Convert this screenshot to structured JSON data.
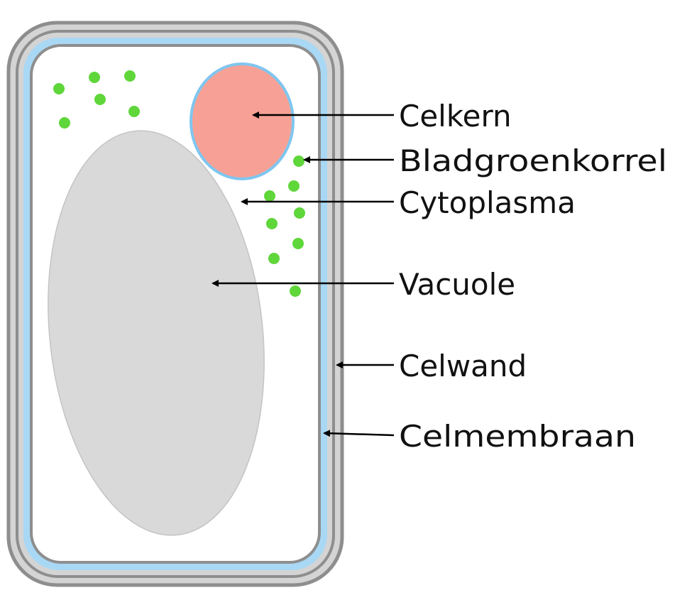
{
  "labels": {
    "celkern": "Celkern",
    "bladgroenkorrel": "Bladgroenkorrel",
    "cytoplasma": "Cytoplasma",
    "vacuole": "Vacuole",
    "celwand": "Celwand",
    "celmembraan": "Celmembraan"
  },
  "colors": {
    "cell_wall": "#9a9a9a",
    "cell_wall_inner": "#d9d9d9",
    "cell_membrane": "#a9d8f5",
    "cytoplasm": "#ffffff",
    "nucleus_fill": "#f7a196",
    "nucleus_border": "#7fc6ef",
    "vacuole_fill": "#d9d9d9",
    "chloroplast": "#5fd63a",
    "arrow": "#000000"
  }
}
